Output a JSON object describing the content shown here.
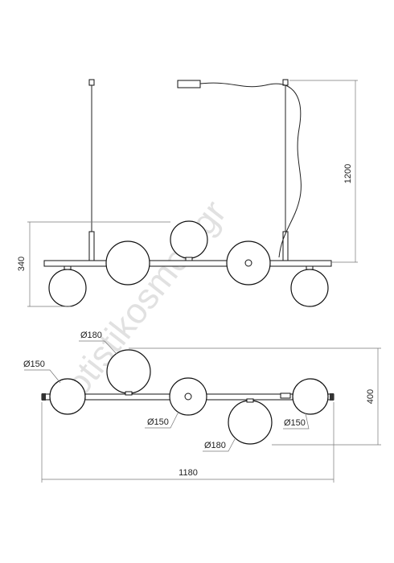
{
  "side_view": {
    "height_total": "1200",
    "height_body": "340"
  },
  "top_view": {
    "width_total": "1180",
    "depth_total": "400",
    "globe_labels": {
      "left_150": "Ø150",
      "top_180": "Ø180",
      "mid_150": "Ø150",
      "bottom_180": "Ø180",
      "right_150": "Ø150"
    }
  },
  "watermark": "fotistikosmos.gr"
}
